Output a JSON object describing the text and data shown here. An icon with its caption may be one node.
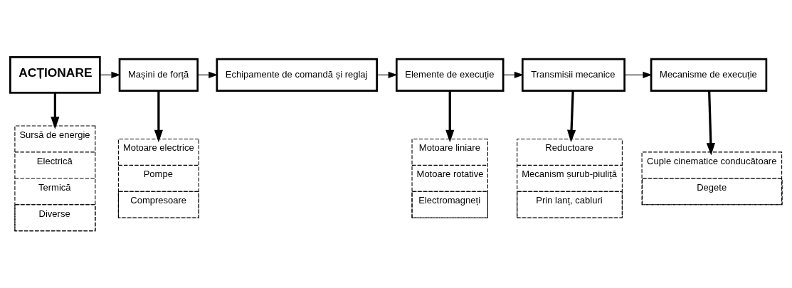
{
  "diagram": {
    "nodes": [
      {
        "text": [
          "ACȚIONARE"
        ]
      },
      {
        "text": [
          "Mașini de forță"
        ]
      },
      {
        "text": [
          "Echipamente de comandă și reglaj"
        ]
      },
      {
        "text": [
          "Elemente de execuție"
        ]
      },
      {
        "text": [
          "Transmisii mecanice"
        ]
      },
      {
        "text": [
          "Mecanisme de execuție"
        ]
      },
      {
        "text": [
          "Sursă de energie",
          "Electrică",
          "Termică",
          "Diverse"
        ]
      },
      {
        "text": [
          "Motoare electrice",
          "Pompe",
          "Compresoare"
        ]
      },
      {
        "text": [
          "Motoare liniare",
          "Motoare rotative",
          "Electromagneți"
        ]
      },
      {
        "text": [
          "Reductoare",
          "Mecanism șurub-piuliță",
          "Prin lanț, cabluri"
        ]
      },
      {
        "text": [
          "Cuple cinematice conducătoare",
          "Degete"
        ]
      }
    ],
    "edges": [
      {
        "from": 0,
        "to": 1,
        "arrow": "to"
      },
      {
        "from": 1,
        "to": 2,
        "arrow": "to"
      },
      {
        "from": 2,
        "to": 3,
        "arrow": "to"
      },
      {
        "from": 3,
        "to": 4,
        "arrow": "to"
      },
      {
        "from": 4,
        "to": 5,
        "arrow": "to"
      },
      {
        "from": 0,
        "to": 6,
        "arrow": "to",
        "style": "thick"
      },
      {
        "from": 1,
        "to": 7,
        "arrow": "to",
        "style": "thick"
      },
      {
        "from": 3,
        "to": 8,
        "arrow": "to",
        "style": "thick"
      },
      {
        "from": 4,
        "to": 9,
        "arrow": "to",
        "style": "thick"
      },
      {
        "from": 5,
        "to": 10,
        "arrow": "to",
        "style": "thick"
      }
    ]
  }
}
